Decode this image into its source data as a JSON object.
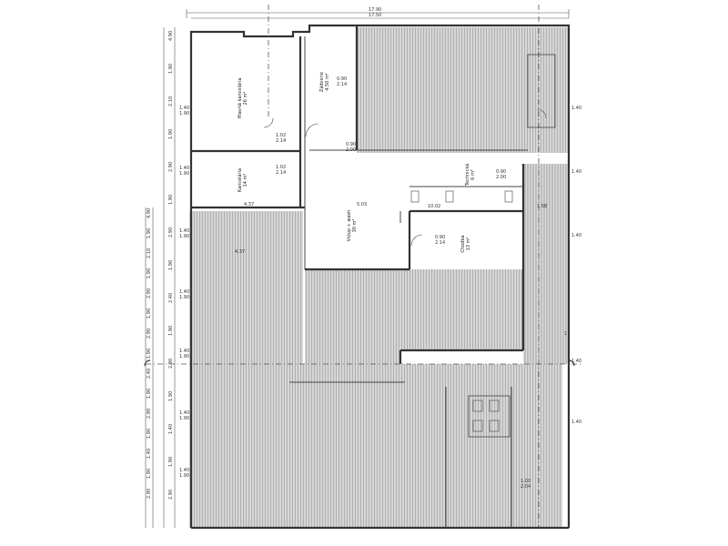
{
  "title": "",
  "overall_dims": {
    "top_outer": "17.90",
    "top_inner": "17.50"
  },
  "rooms": [
    {
      "id": "main-office",
      "name": "Hlavná kancelária",
      "area": "26 m²"
    },
    {
      "id": "vestibule",
      "name": "Zádverie",
      "area": "4.50 m²"
    },
    {
      "id": "small-office",
      "name": "Kancelária",
      "area": "14 m²"
    },
    {
      "id": "lobby",
      "name": "Vstup + wash",
      "area": "30 m²"
    },
    {
      "id": "corridor",
      "name": "Chodba",
      "area": "13 m²"
    },
    {
      "id": "technical",
      "name": "Technická",
      "area": "6 m²"
    }
  ],
  "left_dims": [
    "4.90",
    "1.90",
    "2.10",
    "1.90",
    "2.90",
    "1.90",
    "2.90",
    "1.90",
    "2.40",
    "1.90",
    "2.90",
    "1.90",
    "1.40",
    "1.90",
    "2.90"
  ],
  "window_labels": [
    "1.40\n1.90",
    "1.40\n1.90",
    "1.40\n1.90",
    "1.40\n1.90",
    "1.40\n1.90",
    "1.40\n1.90",
    "1.40\n1.90"
  ],
  "door_labels": [
    "1.02\n2.14",
    "1.02\n2.14",
    "0.90\n2.14",
    "0.90\n2.00",
    "0.90\n2.14",
    "0.90\n2.00",
    "1.00\n2.04"
  ],
  "right_dims": [
    "1.40",
    "1.40",
    "1.40",
    "1.40",
    "1.40"
  ],
  "other_dims": [
    "4.37",
    "5.03",
    "1.58",
    "4.37",
    "10.02"
  ],
  "section_marker": "1"
}
